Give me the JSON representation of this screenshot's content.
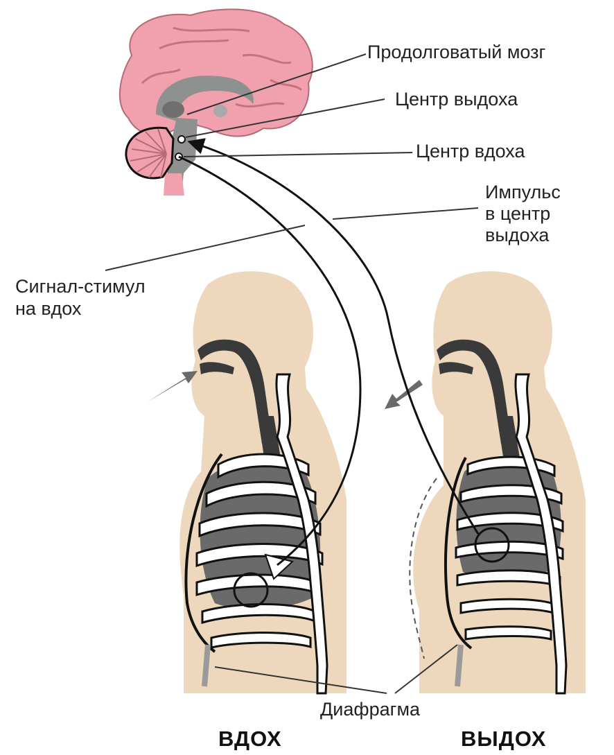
{
  "labels": {
    "medulla": "Продолговатый мозг",
    "exhale_center": "Центр выдоха",
    "inhale_center": "Центр вдоха",
    "impulse_line1": "Импульс",
    "impulse_line2": "в центр",
    "impulse_line3": "выдоха",
    "signal_line1": "Сигнал-стимул",
    "signal_line2": "на вдох",
    "diaphragm": "Диафрагма"
  },
  "captions": {
    "inhale": "ВДОХ",
    "exhale": "ВЫДОХ"
  },
  "colors": {
    "brain": "#f1a1ad",
    "brainstem": "#8f9090",
    "skin": "#eed8bd",
    "airway": "#3a3a3a",
    "lung": "#6a6a6a",
    "outline": "#111111"
  }
}
